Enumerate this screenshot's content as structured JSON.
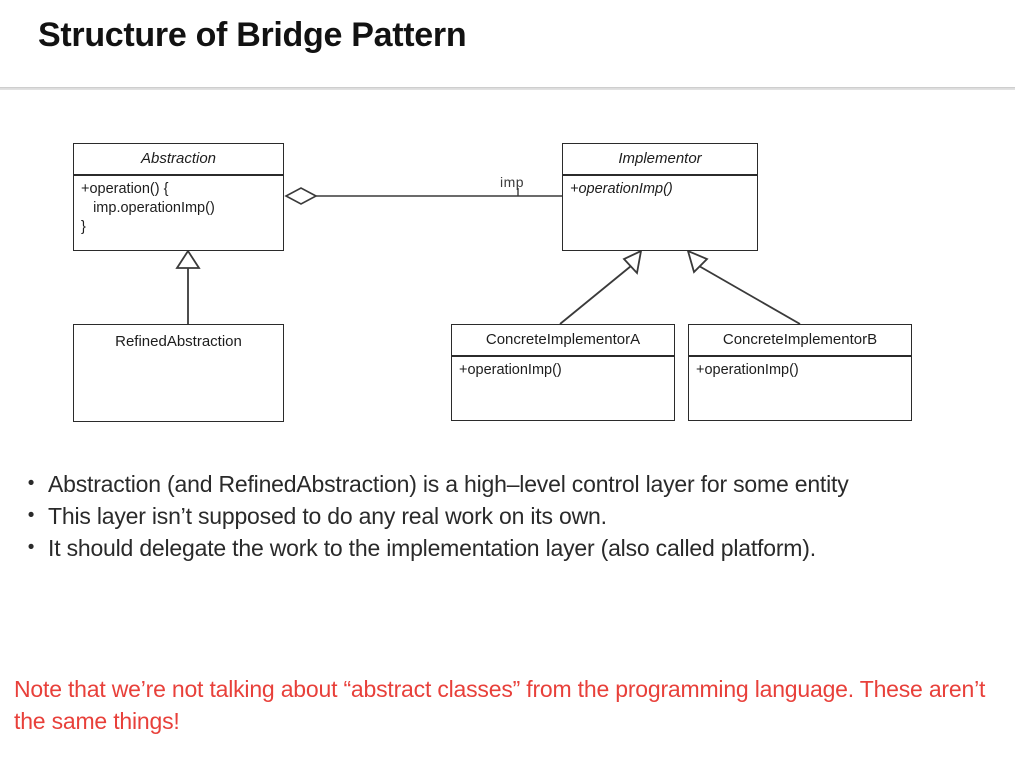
{
  "slide": {
    "title": "Structure of Bridge Pattern",
    "note_color": "#e8403a"
  },
  "diagram": {
    "type": "uml-class-diagram",
    "association_label": "imp",
    "classes": {
      "abstraction": {
        "name": "Abstraction",
        "italic": true,
        "members": "+operation() {\n   imp.operationImp()\n}"
      },
      "implementor": {
        "name": "Implementor",
        "italic": true,
        "members": "+operationImp()"
      },
      "refined_abstraction": {
        "name": "RefinedAbstraction",
        "italic": false,
        "members": ""
      },
      "concrete_implementor_a": {
        "name": "ConcreteImplementorA",
        "italic": false,
        "members": "+operationImp()"
      },
      "concrete_implementor_b": {
        "name": "ConcreteImplementorB",
        "italic": false,
        "members": "+operationImp()"
      }
    }
  },
  "bullets": [
    {
      "marker": "•",
      "text": "Abstraction (and RefinedAbstraction) is a high–level control layer for some entity"
    },
    {
      "marker": "•",
      "text": "This layer isn’t supposed to do any real work on its own."
    },
    {
      "marker": "•",
      "text": "It should delegate the work to the implementation layer (also called platform)."
    }
  ],
  "note": {
    "text": "Note that we’re not talking about “abstract classes” from the programming language. These aren’t the same things!"
  }
}
